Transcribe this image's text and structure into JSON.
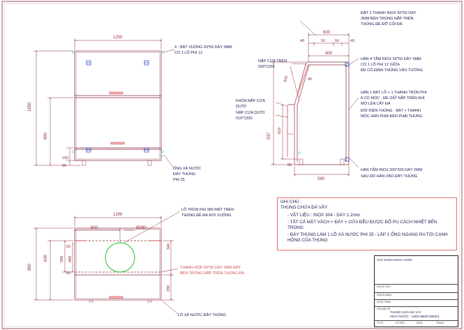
{
  "annotations": {
    "front_bolts": "4 - BÁT VUÔNG 50*50 DÀY 3MM",
    "front_bolts_2": "CÓ 1 LỖ PHI 12",
    "drain_pipe_1": "ỐNG XẢ NƯỚC",
    "drain_pipe_2": "ĐÁY THÙNG",
    "drain_pipe_3": "PHI 25",
    "top_bar_1": "ĐẶT 2 THANH INOX 50*50 DÀY",
    "top_bar_2": "2MM BÊN TRONG NẮP TRÊN",
    "top_bar_3": "THÙNG ĐỂ ĐỠ CỐI ĐÁ",
    "wall_bar_1": "HÀN 4 TẤM INOX 50*50 DÀY 3MM",
    "wall_bar_2": "CÓ 1 LỖ PHI 12 GIỮA",
    "wall_bar_3": "ĐỂ CỐ ĐỊNH THÙNG VÀO TƯỜNG",
    "upper_lid_1": "NẮP CỬA TRÊN",
    "upper_lid_2": "500*1200",
    "lock_1": "KHÓA NẮP CỬA",
    "lock_2": "DƯỚI",
    "lower_lid_1": "NẮP CỬA DƯỚI",
    "lower_lid_2": "610*1200",
    "hinge_1": "HÀN 1 BÁT LỖ + 1 THANH TRÒN PHI",
    "hinge_2": "8 CÓ MÓC - ĐỂ GIỮ NẮP TRÊN KHI",
    "hinge_3": "MỞ LÊN LẤY ĐÁ",
    "hinge_4": "ĐỐI DIỆN THÙNG - BÁT + THANH",
    "hinge_5": "MÓC HÀN PHÍA BÊN PHẢI THÙNG",
    "bottom_plate_1": "HÀN TẤM INOX 200*200 DÀY 2MM",
    "bottom_plate_2": "SAU ĐÓ HÀN VÀO ĐÁY THÙNG",
    "round_hole_1": "LỖ TRÒN PHI 380 MẶT TRÊN",
    "round_hole_2": "THÙNG ĐỂ ĐÁ RƠI XUỐNG",
    "box_bar_1": "THANH HỘP 50*50 DÀY 2MM ĐẶT",
    "box_bar_2": "BÊN TRONG NẮP TRÊN THÙNG ĐÁ",
    "drain_hole": "LỖ XẢ NƯỚC ĐÁY THÙNG"
  },
  "dims": {
    "front_width": "1200",
    "front_height": "1650",
    "front_890": "890",
    "front_150": "150",
    "front_80": "80",
    "side_630": "630",
    "side_40a": "40",
    "side_50a": "50",
    "side_50b": "50",
    "side_40b": "40",
    "side_400": "400",
    "side_500": "500",
    "side_40c": "40",
    "side_937": "937",
    "side_610": "610",
    "side_80": "80",
    "side_590": "590",
    "top_1200": "1200",
    "top_600": "600",
    "top_phi": "Ø380",
    "top_890": "890",
    "top_630": "630",
    "top_50a": "50",
    "top_500": "500",
    "top_400": "400",
    "top_50b": "50",
    "top_340": "340",
    "top_290": "290"
  },
  "notes": {
    "title": "GHI CHÚ :",
    "subtitle": "THÙNG CHỨA ĐÁ VẢY",
    "items": [
      "VẬT LIỆU : INOX 304 - DÀY 1.2mm",
      "TẤT CẢ MẶT VÁCH + ĐÁY + CỬA ĐỀU ĐƯỢC ĐỔ PU CÁCH NHIỆT BÊN TRONG",
      "ĐÁY THÙNG LÀM 1 LỖ XẢ NƯỚC PHI 25 - LẮP 1 ỐNG NGANG RA TỚI CẠNH HÔNG CỦA THÙNG"
    ]
  },
  "title_block": {
    "customer_label": "XÁC NHẬN KHÁCH HÀNG",
    "row1": "NGƯỜI GIAO",
    "row2": "KHÁCH HÀNG",
    "row3": "CÔNG TRÌNH",
    "name_label": "TÊN BẢN VẼ",
    "name_1": "THÙNG CHỨA ĐÁ VẢY",
    "name_2": "KÍCH THƯỚC : 1200L*890D*1650(H)",
    "foot_1": "TỶ LỆ",
    "foot_2": "KÝ HIỆU",
    "foot_3": "NGÀY",
    "foot_4": "TRANG"
  },
  "colors": {
    "dim": "#8a2a3a",
    "outline": "#8a2a3a",
    "highlight": "#e0a0a0",
    "accent_red": "#d05050",
    "green": "#20c020",
    "blue": "#2040c0",
    "cyan": "#40c8d8",
    "text": "#1a1a55"
  }
}
